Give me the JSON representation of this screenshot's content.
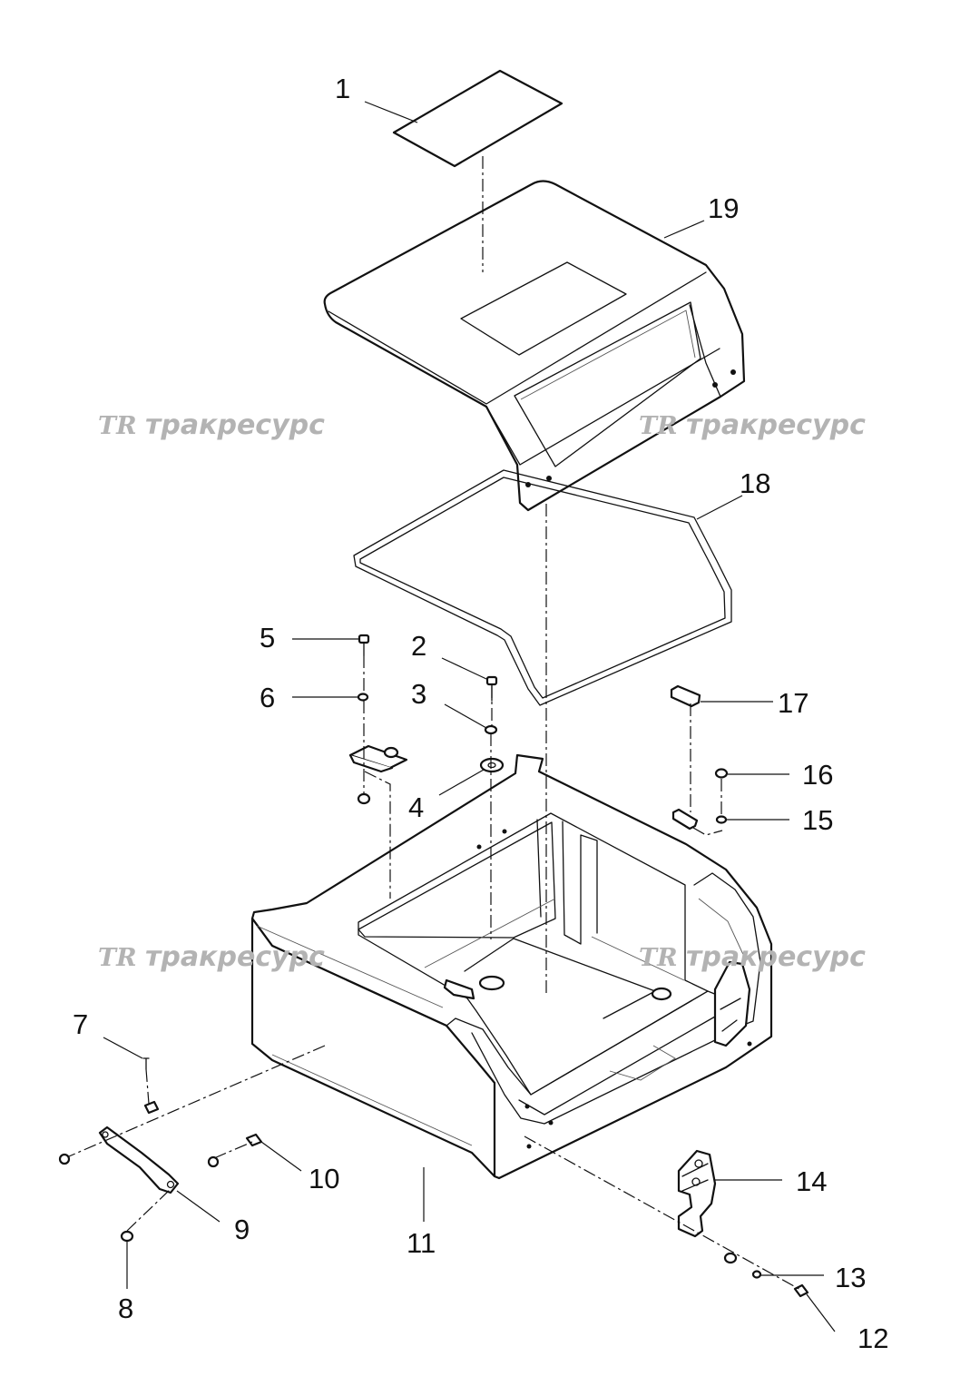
{
  "watermark": {
    "logo_mark": "TR",
    "text": "тракресурс"
  },
  "callouts": [
    "1",
    "2",
    "3",
    "4",
    "5",
    "6",
    "7",
    "8",
    "9",
    "10",
    "11",
    "12",
    "13",
    "14",
    "15",
    "16",
    "17",
    "18",
    "19"
  ]
}
